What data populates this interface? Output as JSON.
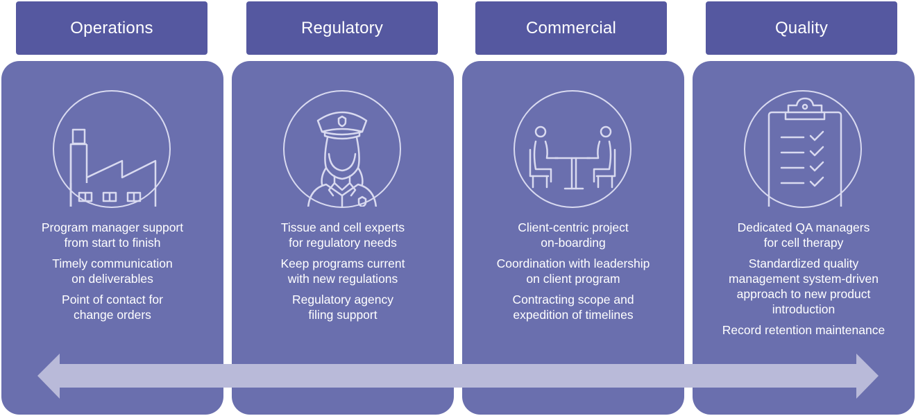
{
  "columns": [
    {
      "title": "Operations",
      "icon": "factory-icon",
      "bullets": [
        [
          "Program manager support",
          "from start to finish"
        ],
        [
          "Timely communication",
          "on deliverables"
        ],
        [
          "Point of contact for",
          "change orders"
        ]
      ]
    },
    {
      "title": "Regulatory",
      "icon": "officer-icon",
      "bullets": [
        [
          "Tissue and cell experts",
          "for regulatory needs"
        ],
        [
          "Keep programs current",
          "with new regulations"
        ],
        [
          "Regulatory agency",
          "filing support"
        ]
      ]
    },
    {
      "title": "Commercial",
      "icon": "meeting-table-icon",
      "bullets": [
        [
          "Client-centric project",
          "on-boarding"
        ],
        [
          "Coordination with leadership",
          "on client program"
        ],
        [
          "Contracting scope and",
          "expedition of timelines"
        ]
      ]
    },
    {
      "title": "Quality",
      "icon": "clipboard-checklist-icon",
      "bullets": [
        [
          "Dedicated QA managers",
          "for cell therapy"
        ],
        [
          "Standardized quality",
          "management system-driven",
          "approach to new product",
          "introduction"
        ],
        [
          "Record retention maintenance"
        ]
      ]
    }
  ],
  "colors": {
    "header": "#5558a0",
    "panel": "#6a6fae",
    "arrow": "#b9bad9",
    "icon_line": "#d9daf0"
  }
}
